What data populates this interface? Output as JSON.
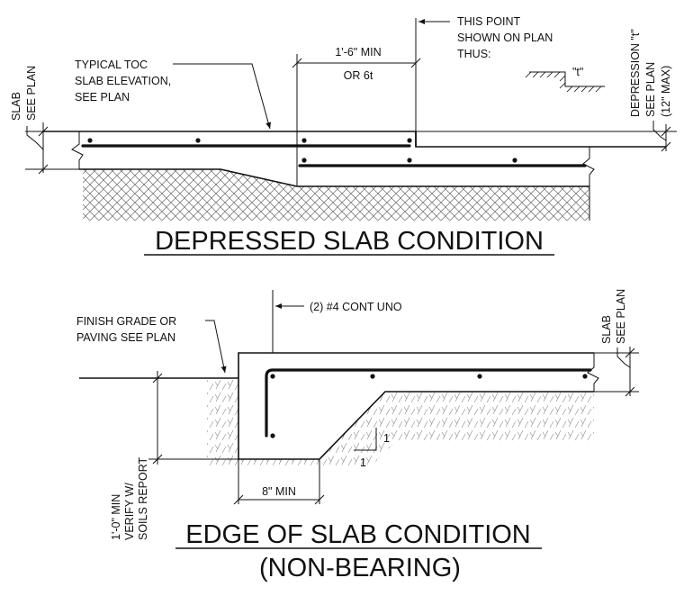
{
  "top_detail": {
    "title": "DEPRESSED SLAB CONDITION",
    "slab_label_line1": "SLAB",
    "slab_label_line2": "SEE PLAN",
    "toc_line1": "TYPICAL TOC",
    "toc_line2": "SLAB ELEVATION,",
    "toc_line3": "SEE PLAN",
    "min_dim_line1": "1'-6\" MIN",
    "min_dim_line2": "OR 6t",
    "point_line1": "THIS POINT",
    "point_line2": "SHOWN ON PLAN",
    "point_line3": "THUS:",
    "t_symbol": "\"t\"",
    "depression_line1": "DEPRESSION \"t\"",
    "depression_line2": "SEE PLAN",
    "depression_line3": "(12\" MAX)"
  },
  "bottom_detail": {
    "title_line1": "EDGE OF SLAB CONDITION",
    "title_line2": "(NON-BEARING)",
    "rebar_note": "(2) #4 CONT UNO",
    "grade_line1": "FINISH GRADE OR",
    "grade_line2": "PAVING SEE PLAN",
    "slab_label_line1": "SLAB",
    "slab_label_line2": "SEE PLAN",
    "depth_line1": "1'-0\" MIN",
    "depth_line2": "VERIFY W/",
    "depth_line3": "SOILS REPORT",
    "width_dim": "8\" MIN",
    "slope_rise": "1",
    "slope_run": "1"
  },
  "colors": {
    "ink": "#111111",
    "background": "#ffffff"
  }
}
